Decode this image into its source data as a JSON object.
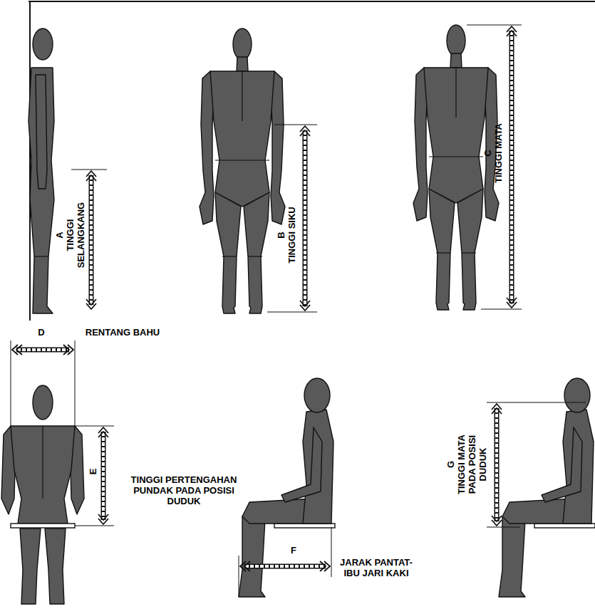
{
  "diagram": {
    "labels": [
      "A",
      "TINGGI SELANGKANG",
      "B",
      "TINGGI SIKU",
      "C",
      "TINGGI MATA",
      "D",
      "RENTANG BAHU",
      "E",
      "TINGGI PERTENGAHAN PUNDAK PADA POSISI DUDUK",
      "F",
      "JARAK PANTAT-IBU JARI KAKI",
      "G",
      "TINGGI MATA PADA POSISI DUDUK"
    ]
  }
}
